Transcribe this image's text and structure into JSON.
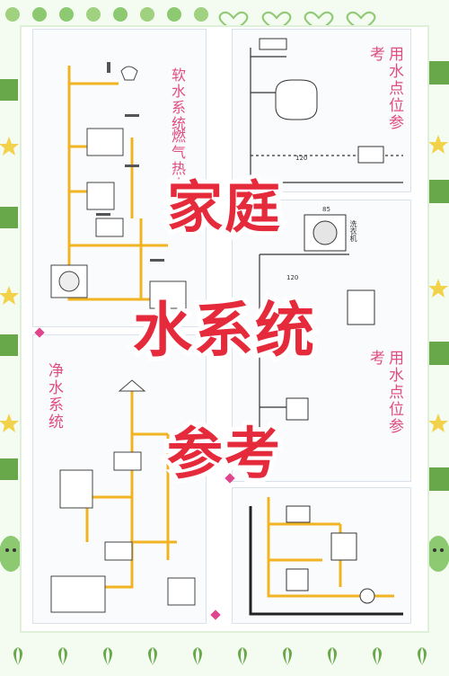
{
  "title": {
    "line1": "家庭",
    "line2": "水系统",
    "line3": "参考"
  },
  "labels": {
    "soft_water": "软水系统",
    "gas_heater": "燃气热水器",
    "point_ref_top": "用水点位参考",
    "pure_water": "净水系统",
    "point_ref_mid": "用水点位参考"
  },
  "small_text": {
    "dim_85": "85",
    "dim_120_top": "120",
    "dim_120_mid": "120",
    "washer_label": "洗衣机"
  },
  "colors": {
    "title_red": "#e52b3b",
    "pipe_yellow": "#f2b321",
    "label_pink": "#e04d7f",
    "deco_green": "#68a84a"
  }
}
